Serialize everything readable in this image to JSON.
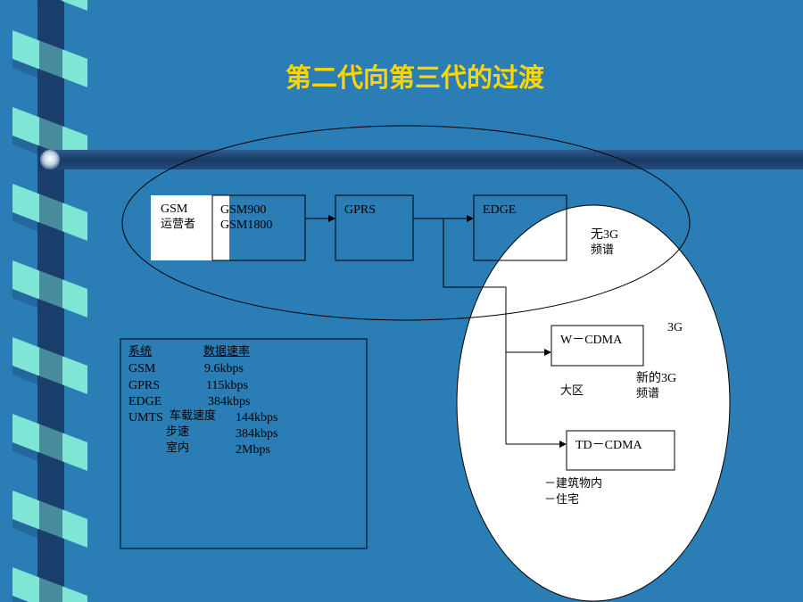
{
  "slide": {
    "title": "第二代向第三代的过渡",
    "colors": {
      "background": "#2a7db5",
      "title": "#ffd500",
      "left_band_dark": "#1b3f6e",
      "left_band_light": "#7fe6d6"
    }
  },
  "boxes": {
    "gsm_operator": {
      "line1": "GSM",
      "line2": "运营者"
    },
    "gsm_bands": {
      "line1": "GSM900",
      "line2": "GSM1800"
    },
    "gprs": {
      "label": "GPRS"
    },
    "edge": {
      "label": "EDGE"
    },
    "wcdma": {
      "label": "W－CDMA"
    },
    "tdcdma": {
      "label": "TD－CDMA"
    }
  },
  "annotations": {
    "no_3g_spectrum": {
      "line1": "无3G",
      "line2": "频谱"
    },
    "threeg": "3G",
    "new_3g_spectrum": {
      "line1": "新的3G",
      "line2": "频谱"
    },
    "macro_cell": "大区",
    "indoor_building": "－建筑物内",
    "residence": "－住宅"
  },
  "rate_table": {
    "header": {
      "system": "系统",
      "rate": "数据速率"
    },
    "rows": [
      {
        "system": "GSM",
        "rate": "9.6kbps"
      },
      {
        "system": "GPRS",
        "rate": "115kbps"
      },
      {
        "system": "EDGE",
        "rate": "384kbps"
      }
    ],
    "umts": {
      "system": "UMTS",
      "rows": [
        {
          "mode": "车载速度",
          "rate": "144kbps"
        },
        {
          "mode": "步速",
          "rate": "384kbps"
        },
        {
          "mode": "室内",
          "rate": "2Mbps"
        }
      ]
    }
  }
}
